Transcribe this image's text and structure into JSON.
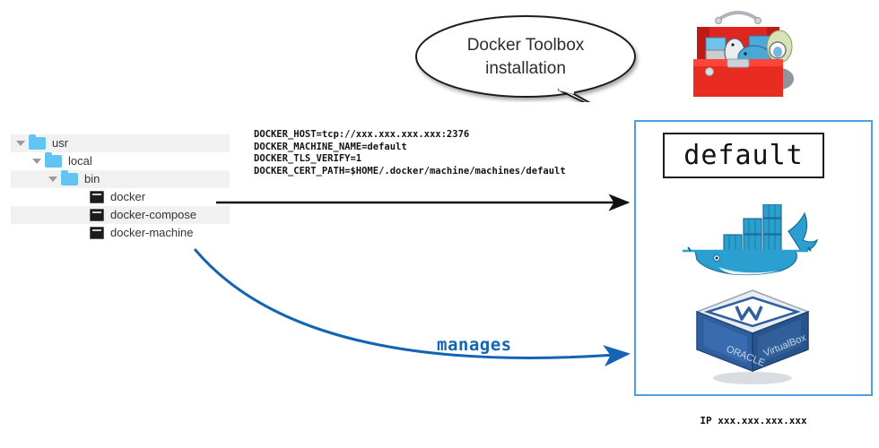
{
  "file_tree": {
    "name": "usr-local-bin-tree",
    "rows": [
      {
        "label": "usr",
        "type": "folder",
        "depth": 1,
        "expanded": true,
        "stripe": true
      },
      {
        "label": "local",
        "type": "folder",
        "depth": 2,
        "expanded": true,
        "stripe": false
      },
      {
        "label": "bin",
        "type": "folder",
        "depth": 3,
        "expanded": true,
        "stripe": true
      },
      {
        "label": "docker",
        "type": "exec",
        "depth": 4,
        "expanded": false,
        "stripe": false
      },
      {
        "label": "docker-compose",
        "type": "exec",
        "depth": 4,
        "expanded": false,
        "stripe": true
      },
      {
        "label": "docker-machine",
        "type": "exec",
        "depth": 4,
        "expanded": false,
        "stripe": false
      }
    ]
  },
  "env_vars": {
    "lines": [
      "DOCKER_HOST=tcp://xxx.xxx.xxx.xxx:2376",
      "DOCKER_MACHINE_NAME=default",
      "DOCKER_TLS_VERIFY=1",
      "DOCKER_CERT_PATH=$HOME/.docker/machine/machines/default"
    ]
  },
  "callout": {
    "line1": "Docker Toolbox",
    "line2": "installation"
  },
  "vm_panel": {
    "machine_name": "default",
    "ip_label": "IP xxx.xxx.xxx.xxx",
    "border_color": "#4d9fe0"
  },
  "relations": {
    "manages_label": "manages",
    "manages_color": "#1464b4",
    "provision_arrow_color": "#111111"
  },
  "icons": {
    "toolbox": "docker-toolbox-icon",
    "whale": "docker-whale-icon",
    "virtualbox": "virtualbox-icon"
  }
}
